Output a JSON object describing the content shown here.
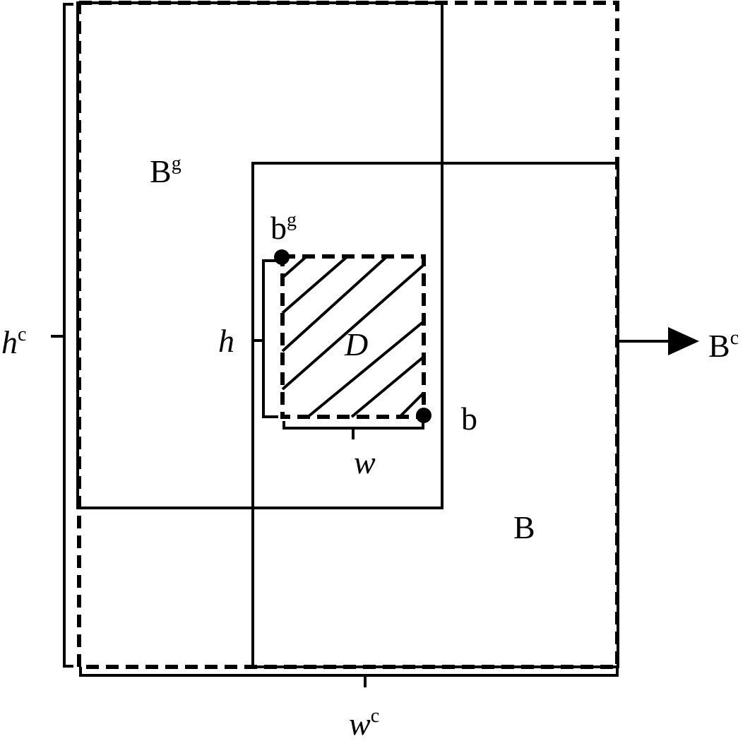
{
  "labels": {
    "ground_box": "B",
    "ground_box_sup": "g",
    "ground_corner": "b",
    "ground_corner_sup": "g",
    "pred_box": "B",
    "pred_corner": "b",
    "intersection": "D",
    "height": "h",
    "width": "w",
    "enclosing_height": "h",
    "enclosing_height_sup": "c",
    "enclosing_width": "w",
    "enclosing_width_sup": "c",
    "enclosing_box": "B",
    "enclosing_box_sup": "c"
  }
}
